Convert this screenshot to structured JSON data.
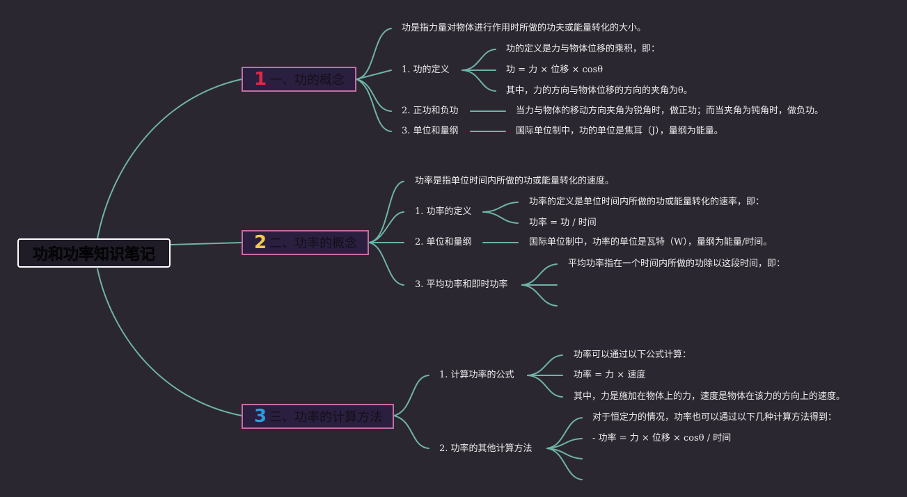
{
  "root": {
    "title": "功和功率知识笔记"
  },
  "branches": [
    {
      "number": "1",
      "number_color": "#e02848",
      "title": "一、功的概念",
      "intro": "功是指力量对物体进行作用时所做的功夫或能量转化的大小。",
      "items": [
        {
          "label": "1. 功的定义",
          "details": [
            "功的定义是力与物体位移的乘积，即：",
            "功 = 力 × 位移 × cosθ",
            "其中，力的方向与物体位移的方向的夹角为θ。"
          ]
        },
        {
          "label": "2. 正功和负功",
          "details": [
            "当力与物体的移动方向夹角为锐角时，做正功；而当夹角为钝角时，做负功。"
          ]
        },
        {
          "label": "3. 单位和量纲",
          "details": [
            "国际单位制中，功的单位是焦耳（J），量纲为能量。"
          ]
        }
      ]
    },
    {
      "number": "2",
      "number_color": "#f2c94c",
      "title": "二、功率的概念",
      "intro": "功率是指单位时间内所做的功或能量转化的速度。",
      "items": [
        {
          "label": "1. 功率的定义",
          "details": [
            "功率的定义是单位时间内所做的功或能量转化的速率，即：",
            "功率 = 功 / 时间"
          ]
        },
        {
          "label": "2. 单位和量纲",
          "details": [
            "国际单位制中，功率的单位是瓦特（W），量纲为能量/时间。"
          ]
        },
        {
          "label": "3. 平均功率和即时功率",
          "details": [
            "平均功率指在一个时间内所做的功除以这段时间，即："
          ]
        }
      ]
    },
    {
      "number": "3",
      "number_color": "#2d9cdb",
      "title": "三、功率的计算方法",
      "items": [
        {
          "label": "1. 计算功率的公式",
          "details": [
            "功率可以通过以下公式计算：",
            "功率 = 力 × 速度",
            "其中，力是施加在物体上的力，速度是物体在该力的方向上的速度。"
          ]
        },
        {
          "label": "2. 功率的其他计算方法",
          "details": [
            "对于恒定力的情况，功率也可以通过以下几种计算方法得到：",
            "- 功率 = 力 × 位移 × cosθ / 时间"
          ]
        }
      ]
    }
  ]
}
